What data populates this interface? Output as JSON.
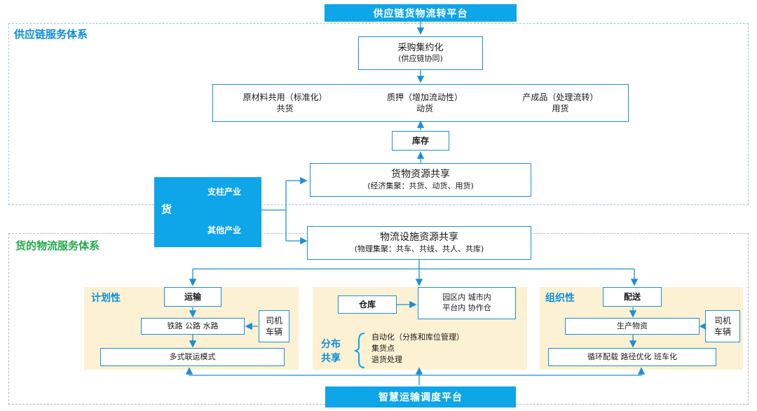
{
  "top_bar": "供应链货物流转平台",
  "bottom_bar": "智慧运输调度平台",
  "supply_chain_area": {
    "title": "供应链服务体系"
  },
  "logistics_area": {
    "title": "货的物流服务体系"
  },
  "procurement": {
    "line1": "采购集约化",
    "line2": "(供应链协同)"
  },
  "goods_types": [
    {
      "line1": "原材料共用（标准化）",
      "line2": "共货"
    },
    {
      "line1": "质押（增加流动性）",
      "line2": "动货"
    },
    {
      "line1": "产成品（处理流转）",
      "line2": "用货"
    }
  ],
  "inventory": "库存",
  "goods_resource": {
    "line1": "货物资源共享",
    "line2": "(经济集聚：共货、动货、用货)"
  },
  "goods_block": {
    "label": "货",
    "branch1": "支柱产业",
    "branch2": "其他产业"
  },
  "facility_resource": {
    "line1": "物流设施资源共享",
    "line2": "(物理集聚：共车、共线、共人、共库)"
  },
  "planning": {
    "title": "计划性",
    "transport": "运输",
    "modes": "铁路 公路 水路",
    "driver": {
      "line1": "司机",
      "line2": "车辆"
    },
    "multimodal": "多式联运模式"
  },
  "warehouse": {
    "title": "仓库",
    "zones": {
      "line1": "园区内  城市内",
      "line2": "平台内  协作仓"
    },
    "distributed_label": {
      "line1": "分布",
      "line2": "共享"
    },
    "features": [
      "自动化（分拣和库位管理）",
      "集货点",
      "退货处理"
    ]
  },
  "organization": {
    "title": "组织性",
    "delivery": "配送",
    "production": "生产物资",
    "driver": {
      "line1": "司机",
      "line2": "车辆"
    },
    "optimization": "循环配载 路径优化 班车化"
  },
  "colors": {
    "accent": "#0ea5e9",
    "border": "#1c8fd6",
    "beige": "#fdf1d3",
    "green": "#22a84a"
  }
}
